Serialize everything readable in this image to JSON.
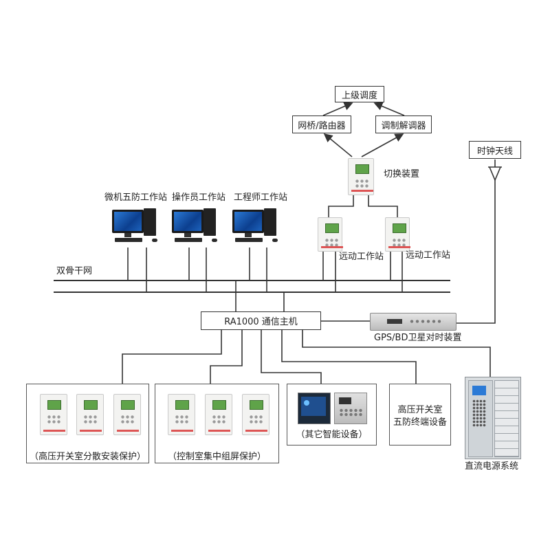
{
  "nodes": {
    "upper_dispatch": "上级调度",
    "bridge_router": "网桥/路由器",
    "modem": "调制解调器",
    "switch_device": "切换装置",
    "clock_antenna": "时钟天线",
    "wf_station": "微机五防工作站",
    "operator_station": "操作员工作站",
    "engineer_station": "工程师工作站",
    "remote_station_1": "远动工作站",
    "remote_station_2": "远动工作站",
    "dual_backbone": "双骨干网",
    "comm_host": "RA1000 通信主机",
    "gps_device": "GPS/BD卫星对时装置",
    "panel_hv_distributed": "（高压开关室分散安装保护）",
    "panel_control_room": "（控制室集中组屏保护）",
    "panel_other_devices": "（其它智能设备）",
    "hv_wf_terminal_line1": "高压开关室",
    "hv_wf_terminal_line2": "五防终端设备",
    "dc_power": "直流电源系统"
  },
  "colors": {
    "line": "#333333",
    "screen_green": "#5fa349",
    "monitor_blue": "#2b7ad6"
  }
}
